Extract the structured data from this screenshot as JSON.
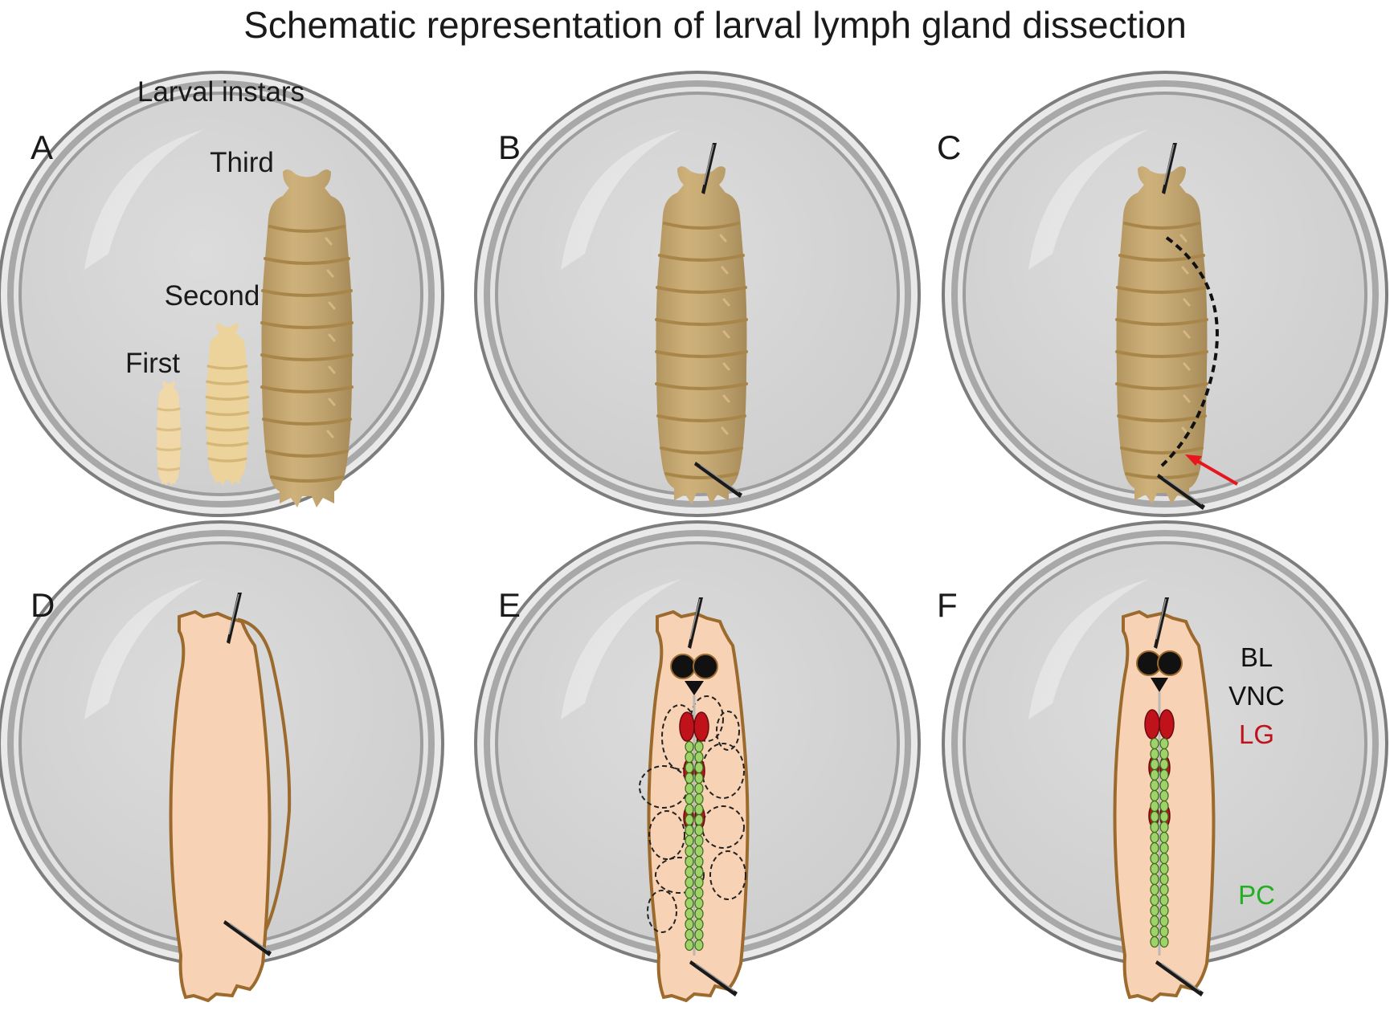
{
  "title": "Schematic representation of larval lymph gland dissection",
  "colors": {
    "dish_rim_outer": "#8a8a8a",
    "dish_rim_inner": "#b9b9b9",
    "dish_floor": "#d4d4d4",
    "larva_third": "#c9a86b",
    "larva_second": "#ecd39c",
    "larva_first": "#f0d8a8",
    "dissected_body": "#f8d2b4",
    "dissected_outline": "#9b6a2c",
    "lymph_gland": "#c0121a",
    "pericardial_cell": "#9fd26a",
    "pin": "#1a1a1a",
    "arrow": "#e8141e",
    "label_lg": "#c0121a",
    "label_pc": "#22b022"
  },
  "panels": [
    {
      "letter": "A",
      "heading": "Larval instars",
      "stages": [
        "First",
        "Second",
        "Third"
      ]
    },
    {
      "letter": "B"
    },
    {
      "letter": "C"
    },
    {
      "letter": "D"
    },
    {
      "letter": "E"
    },
    {
      "letter": "F",
      "legend": [
        {
          "text": "BL",
          "color": "#111111"
        },
        {
          "text": "VNC",
          "color": "#111111"
        },
        {
          "text": "LG",
          "color": "#c0121a"
        },
        {
          "text": "PC",
          "color": "#22b022"
        }
      ]
    }
  ],
  "icons": {
    "pin": "dissection-pin-icon",
    "arrow": "red-arrow-icon"
  }
}
